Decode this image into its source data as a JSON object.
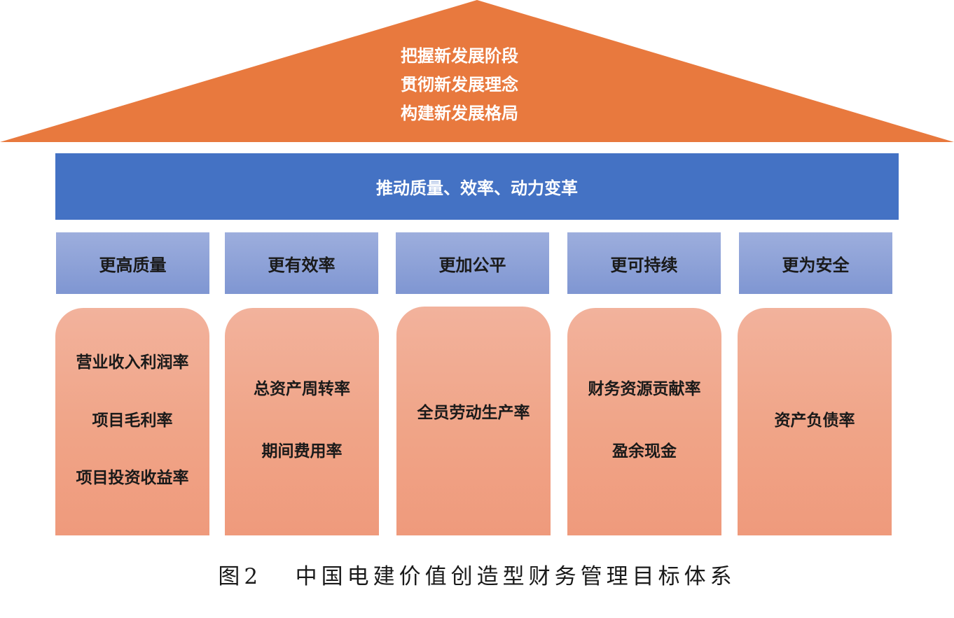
{
  "roof": {
    "lines": [
      "把握新发展阶段",
      "贯彻新发展理念",
      "构建新发展格局"
    ],
    "color": "#e8793e"
  },
  "beam": {
    "label": "推动质量、效率、动力变革",
    "color": "#4472c4"
  },
  "goals": [
    {
      "label": "更高质量"
    },
    {
      "label": "更有效率"
    },
    {
      "label": "更加公平"
    },
    {
      "label": "更可持续"
    },
    {
      "label": "更为安全"
    }
  ],
  "pillars": [
    {
      "metrics": [
        "营业收入利润率",
        "项目毛利率",
        "项目投资收益率"
      ]
    },
    {
      "metrics": [
        "总资产周转率",
        "期间费用率"
      ]
    },
    {
      "metrics": [
        "全员劳动生产率"
      ]
    },
    {
      "metrics": [
        "财务资源贡献率",
        "盈余现金"
      ]
    },
    {
      "metrics": [
        "资产负债率"
      ]
    }
  ],
  "caption": {
    "figure_number": "图2",
    "title": "中国电建价值创造型财务管理目标体系"
  }
}
